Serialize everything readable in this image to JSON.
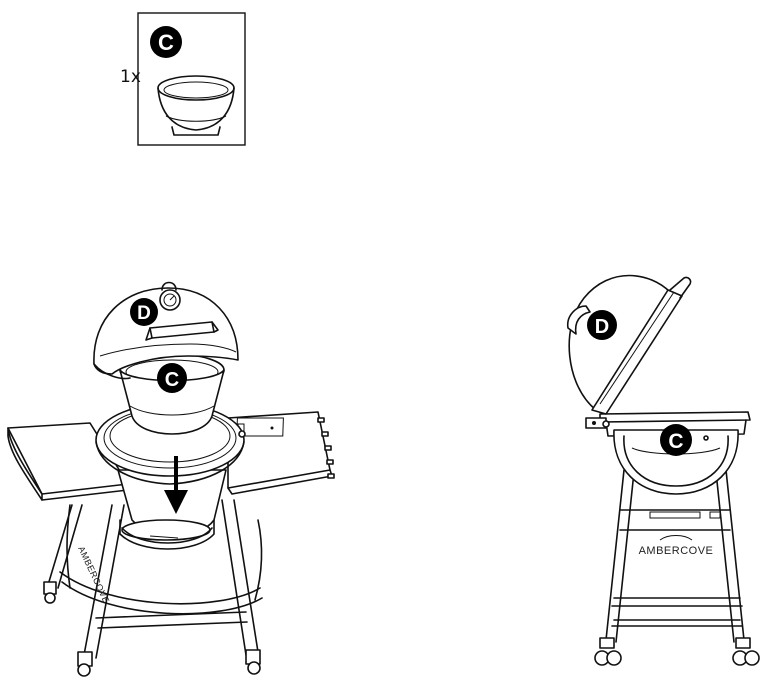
{
  "parts_box": {
    "quantity": "1x",
    "part_label": "C",
    "part_icon": "bowl-icon"
  },
  "step_left": {
    "lid_label": "D",
    "bowl_label": "C",
    "arrow_icon": "arrow-down-icon"
  },
  "step_right": {
    "lid_label": "D",
    "bowl_label": "C",
    "brand": "AMBERCOVE"
  },
  "colors": {
    "line": "#111111",
    "badge": "#000000",
    "background": "#ffffff"
  }
}
